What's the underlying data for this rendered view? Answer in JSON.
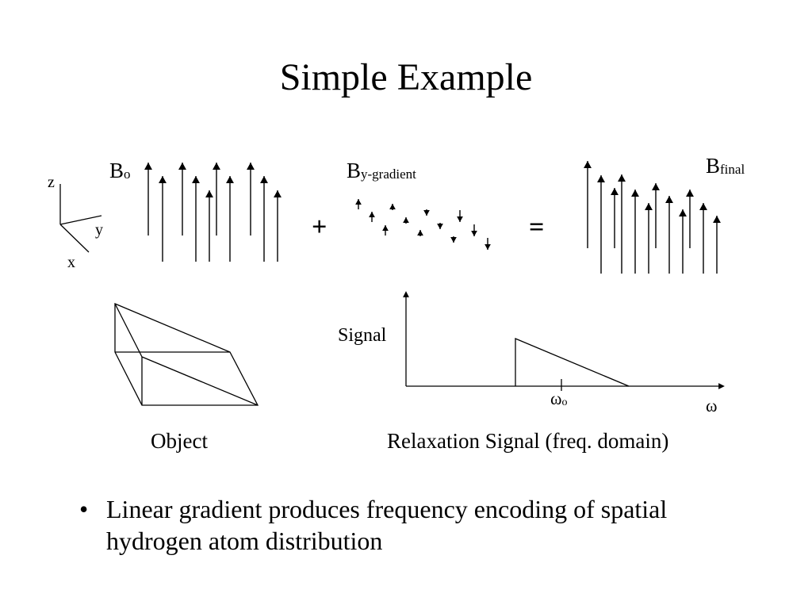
{
  "title": "Simple Example",
  "axes3d": {
    "z": "z",
    "y": "y",
    "x": "x"
  },
  "fields": {
    "b0": {
      "base": "B",
      "subscript": "o"
    },
    "b_gradient": {
      "base": "B",
      "subscript": "y-gradient"
    },
    "b_final": {
      "base": "B",
      "subscript": "final"
    }
  },
  "operators": {
    "plus": "+",
    "equals": "="
  },
  "signal_plot": {
    "ylabel": "Signal",
    "tick_label": {
      "base": "ω",
      "subscript": "o"
    },
    "xlabel": "ω"
  },
  "captions": {
    "object": "Object",
    "relaxation": "Relaxation Signal (freq. domain)"
  },
  "bullets": [
    {
      "marker": "•",
      "text": "Linear gradient produces frequency encoding of spatial hydrogen atom distribution"
    }
  ]
}
